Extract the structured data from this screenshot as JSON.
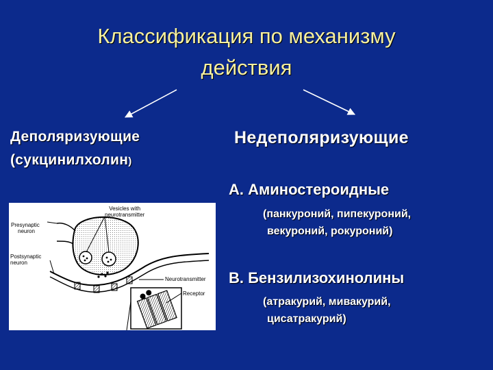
{
  "title": {
    "line1": "Классификация по механизму",
    "line2": "действия"
  },
  "left": {
    "heading_line1": "Деполяризующие",
    "heading_line2": "(сукцинилхолин",
    "heading_close": ")"
  },
  "right": {
    "heading": "Недеполяризующие",
    "a": {
      "title": "А.  Аминостероидные",
      "sub_line1": "(панкуроний, пипекуроний,",
      "sub_line2": "векуроний, рокуроний)"
    },
    "b": {
      "title": "В.  Бензилизохинолины",
      "sub_line1": "(атракурий, мивакурий,",
      "sub_line2": "цисатракурий)"
    }
  },
  "diagram": {
    "labels": {
      "vesicles_l1": "Vesicles with",
      "vesicles_l2": "neurotransmitter",
      "presynaptic_l1": "Presynaptic",
      "presynaptic_l2": "neuron",
      "postsynaptic_l1": "Postsynaptic",
      "postsynaptic_l2": "neuron",
      "neurotransmitter": "Neurotransmitter",
      "receptor": "Receptor"
    }
  },
  "colors": {
    "background": "#0c2a8c",
    "title": "#f6f0a0",
    "text": "#ffffff"
  }
}
